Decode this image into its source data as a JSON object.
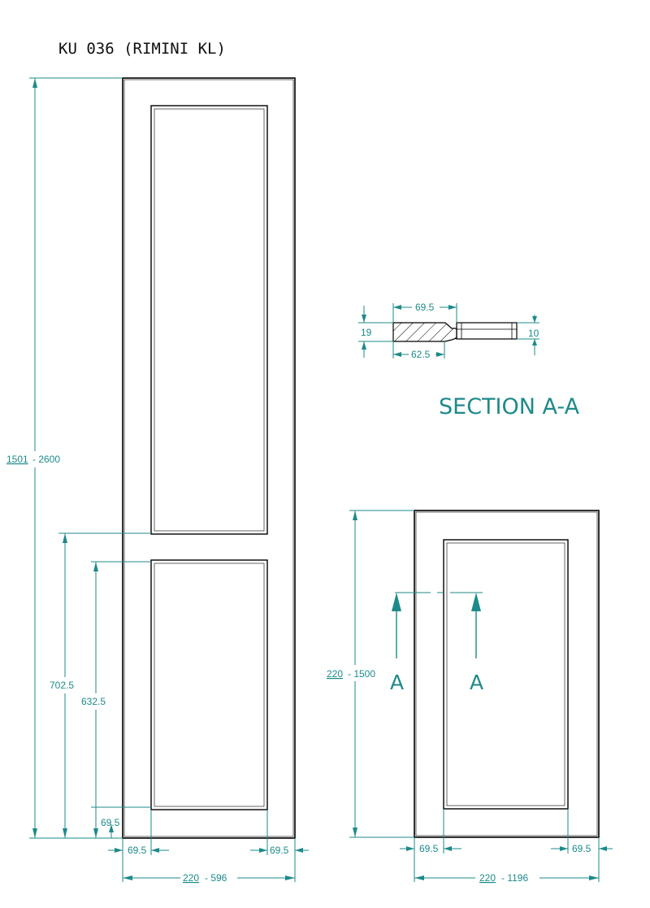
{
  "drawing": {
    "title": "KU 036 (RIMINI KL)",
    "section_title": "SECTION A-A",
    "section_mark": "A",
    "colors": {
      "dimension": "#1e8a8a",
      "outline": "#000000",
      "text": "#111111"
    }
  },
  "tall_door": {
    "height_min": "1501",
    "height_max": "- 2600",
    "rail_height_1": "702.5",
    "rail_height_2": "632.5",
    "bottom_rail": "69.5",
    "stile_left": "69.5",
    "stile_right": "69.5",
    "width_min": "220",
    "width_max": "- 596"
  },
  "small_door": {
    "height_min": "220",
    "height_max": "- 1500",
    "stile_left": "69.5",
    "stile_right": "69.5",
    "width_min": "220",
    "width_max": "- 1196"
  },
  "section": {
    "frame_width_top": "69.5",
    "frame_width_bottom": "62.5",
    "thickness": "19",
    "panel_thickness": "10"
  }
}
